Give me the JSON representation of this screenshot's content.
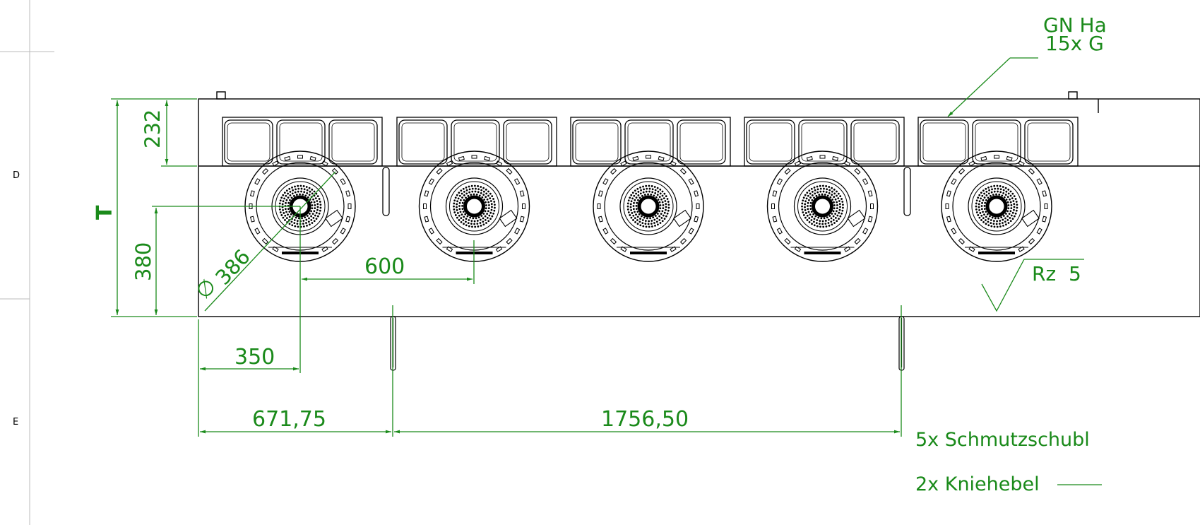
{
  "colors": {
    "dimension": "#1a8a1a",
    "part": "#000000",
    "frame": "#bbbbbb"
  },
  "zones": [
    "D",
    "E"
  ],
  "dimensions": {
    "total_depth_label": "T",
    "d232": "232",
    "d380": "380",
    "d386": "386",
    "d600": "600",
    "d350": "350",
    "d671": "671,75",
    "d1756": "1756,50"
  },
  "surface_finish": "Rz  5",
  "callouts": {
    "gn_line1": "GN Ha",
    "gn_line2": "15x G",
    "drawers": "5x Schmutzschubl",
    "knee_levers": "2x Kniehebel"
  },
  "counts": {
    "burners": 5,
    "gn_containers": 15
  }
}
